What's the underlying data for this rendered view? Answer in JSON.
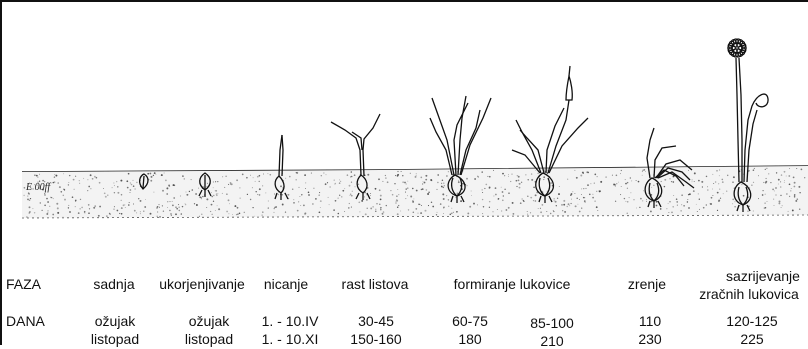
{
  "faza": {
    "header": "FAZA",
    "phases": {
      "sadnja": "sadnja",
      "ukorjenjivanje": "ukorjenjivanje",
      "nicanje": "nicanje",
      "rast_listova": "rast listova",
      "formiranje_lukovice": "formiranje lukovice",
      "zrenje": "zrenje",
      "sazrijevanje_1": "sazrijevanje",
      "sazrijevanje_2": "zračnih lukovica"
    }
  },
  "dana": {
    "header": "DANA",
    "row1": [
      "ožujak",
      "ožujak",
      "1. - 10.IV",
      "30-45",
      "60-75",
      "85-100",
      "110",
      "120-125"
    ],
    "row2": [
      "listopad",
      "listopad",
      "1. - 10.XI",
      "150-160",
      "180",
      "210",
      "230",
      "225"
    ]
  },
  "figure": {
    "ground_label": "E 00ff"
  }
}
